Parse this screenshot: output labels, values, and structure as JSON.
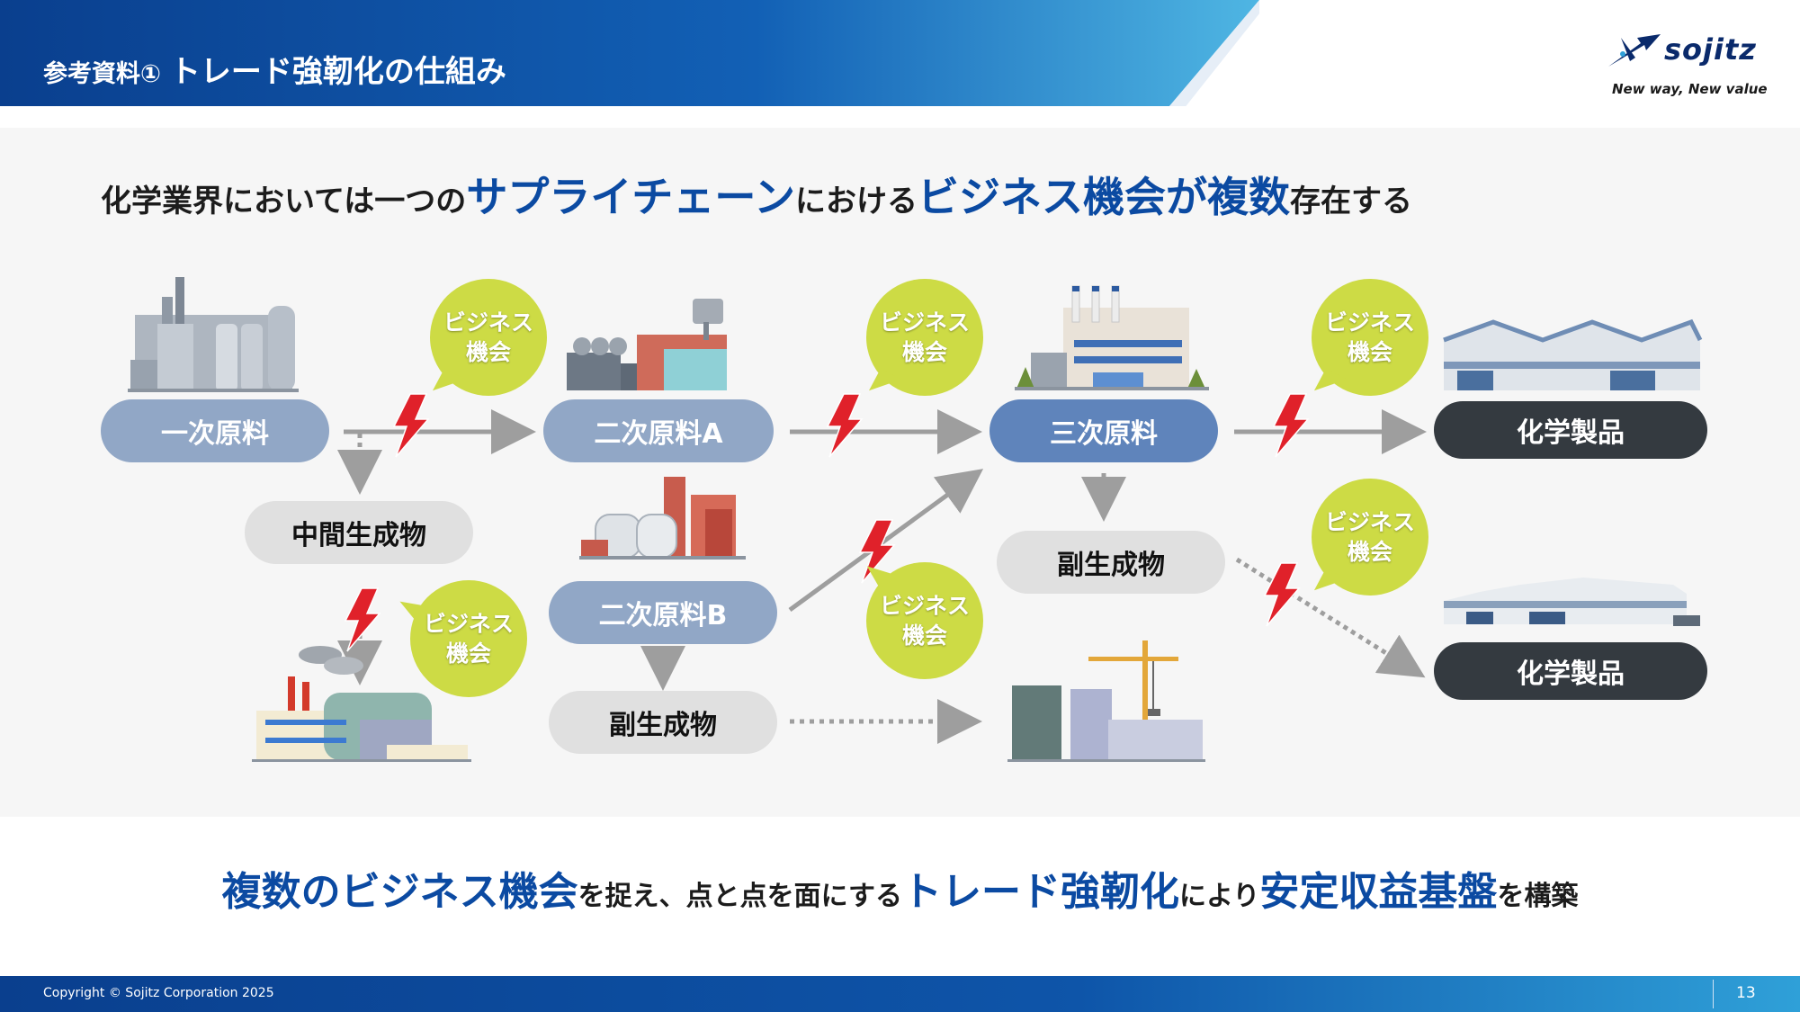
{
  "header": {
    "title_prefix": "参考資料①",
    "title": "トレード強靭化の仕組み",
    "logo_text": "sojitz",
    "tagline": "New way, New value"
  },
  "headline": {
    "part1": "化学業界においては一つの",
    "em1": "サプライチェーン",
    "part2": "における",
    "em2": "ビジネス機会が複数",
    "part3": "存在する"
  },
  "diagram": {
    "nodes": {
      "primary": "一次原料",
      "intermediate": "中間生成物",
      "secondary_a": "二次原料A",
      "secondary_b": "二次原料B",
      "byproduct_b": "副生成物",
      "tertiary": "三次原料",
      "byproduct_c": "副生成物",
      "product_1": "化学製品",
      "product_2": "化学製品"
    },
    "bubble": {
      "line1": "ビジネス",
      "line2": "機会"
    }
  },
  "conclusion": {
    "em1": "複数のビジネス機会",
    "part1": "を捉え、点と点を面にする",
    "em2": "トレード強靭化",
    "part2": "により",
    "em3": "安定収益基盤",
    "part3": "を構築"
  },
  "footer": {
    "copyright": "Copyright © Sojitz Corporation 2025",
    "page_number": "13"
  },
  "colors": {
    "brand_blue": "#0b4aa2",
    "bubble_green": "#cddb45",
    "bolt_red": "#e0212a",
    "pill_light": "#91a7c6",
    "pill_mid": "#5f84bb",
    "pill_dark": "#343a40"
  }
}
